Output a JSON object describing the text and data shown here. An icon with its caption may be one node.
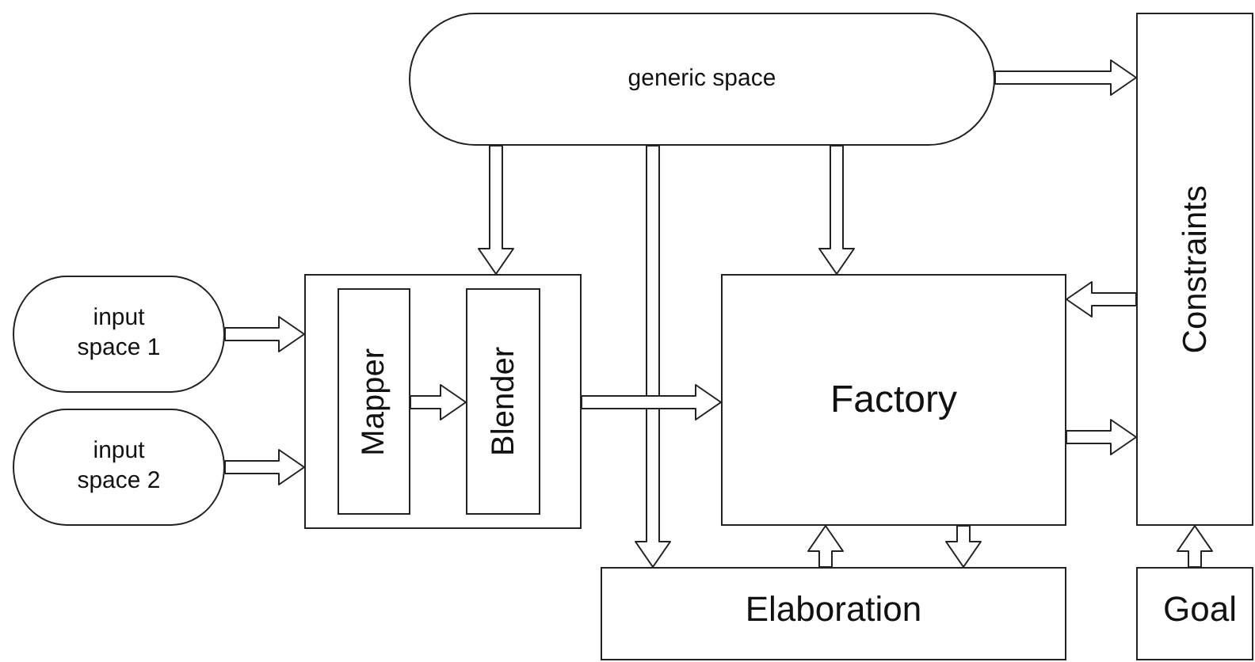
{
  "diagram": {
    "nodes": [
      {
        "text": [
          "generic space"
        ]
      },
      {
        "text": [
          "input space 1"
        ]
      },
      {
        "text": [
          "input space 2"
        ]
      },
      {
        "text": [],
        "shape": "box"
      },
      {
        "text": [
          "Mapper"
        ],
        "in": 3
      },
      {
        "text": [
          "Blender"
        ],
        "in": 3
      },
      {
        "text": [
          "Factory"
        ]
      },
      {
        "text": [
          "Constraints"
        ]
      },
      {
        "text": [
          "Elaboration"
        ]
      },
      {
        "text": [
          "Goal"
        ]
      }
    ],
    "edges": [
      {
        "from": 0,
        "to": 7,
        "arrow": "to"
      },
      {
        "from": 0,
        "to": 3,
        "arrow": "to"
      },
      {
        "from": 0,
        "to": 8,
        "arrow": "to"
      },
      {
        "from": 0,
        "to": 6,
        "arrow": "to"
      },
      {
        "from": 1,
        "to": 3,
        "arrow": "to"
      },
      {
        "from": 2,
        "to": 3,
        "arrow": "to"
      },
      {
        "from": 4,
        "to": 5,
        "arrow": "to"
      },
      {
        "from": 3,
        "to": 6,
        "arrow": "to"
      },
      {
        "from": 7,
        "to": 6,
        "arrow": "to"
      },
      {
        "from": 6,
        "to": 7,
        "arrow": "to"
      },
      {
        "from": 8,
        "to": 6,
        "arrow": "to"
      },
      {
        "from": 6,
        "to": 8,
        "arrow": "to"
      },
      {
        "from": 9,
        "to": 7,
        "arrow": "to"
      }
    ]
  }
}
